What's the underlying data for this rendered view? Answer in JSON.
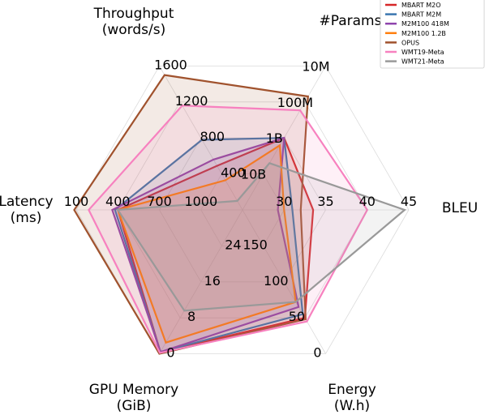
{
  "chart_data": {
    "type": "radar",
    "axes": [
      {
        "key": "bleu",
        "label": [
          "BLEU"
        ],
        "ticks": [
          "30",
          "35",
          "40",
          "45"
        ]
      },
      {
        "key": "energy",
        "label": [
          "Energy",
          "(W.h)"
        ],
        "ticks": [
          "150",
          "100",
          "50",
          "0"
        ]
      },
      {
        "key": "gpu_memory",
        "label": [
          "GPU Memory",
          "(GiB)"
        ],
        "ticks": [
          "24",
          "16",
          "8",
          "0"
        ]
      },
      {
        "key": "latency",
        "label": [
          "Latency",
          "(ms)"
        ],
        "ticks": [
          "1000",
          "700",
          "400",
          "100"
        ]
      },
      {
        "key": "throughput",
        "label": [
          "Throughput",
          "(words/s)"
        ],
        "ticks": [
          "400",
          "800",
          "1200",
          "1600"
        ]
      },
      {
        "key": "params",
        "label": [
          "#Params"
        ],
        "ticks": [
          "10B",
          "1B",
          "100M",
          "10M"
        ]
      }
    ],
    "series": [
      {
        "name": "MBART M2O",
        "color": "#d62728",
        "fill_opacity": 0.12,
        "values": [
          33.5,
          50,
          0.4,
          400,
          490,
          1000000000
        ]
      },
      {
        "name": "MBART M2M",
        "color": "#3a76af",
        "fill_opacity": 0.12,
        "values": [
          31,
          55,
          0.4,
          380,
          780,
          1000000000
        ]
      },
      {
        "name": "M2M100 418M",
        "color": "#8e44ad",
        "fill_opacity": 0.12,
        "values": [
          28.5,
          65,
          0.4,
          360,
          560,
          1000000000
        ]
      },
      {
        "name": "M2M100 1.2B",
        "color": "#ff7f0e",
        "fill_opacity": 0.12,
        "values": [
          30,
          72,
          2.5,
          400,
          330,
          1600000000
        ]
      },
      {
        "name": "OPUS",
        "color": "#a0522d",
        "fill_opacity": 0.12,
        "values": [
          32,
          48,
          0,
          80,
          1500,
          70000000
        ]
      },
      {
        "name": "WMT19-Meta",
        "color": "#f781bf",
        "fill_opacity": 0.12,
        "values": [
          40,
          45,
          0.2,
          190,
          1160,
          170000000
        ]
      },
      {
        "name": "WMT21-Meta",
        "color": "#999999",
        "fill_opacity": 0.12,
        "values": [
          44.5,
          72,
          9.6,
          400,
          100,
          5000000000
        ]
      }
    ],
    "legend_position": "top-right",
    "grid": true
  }
}
